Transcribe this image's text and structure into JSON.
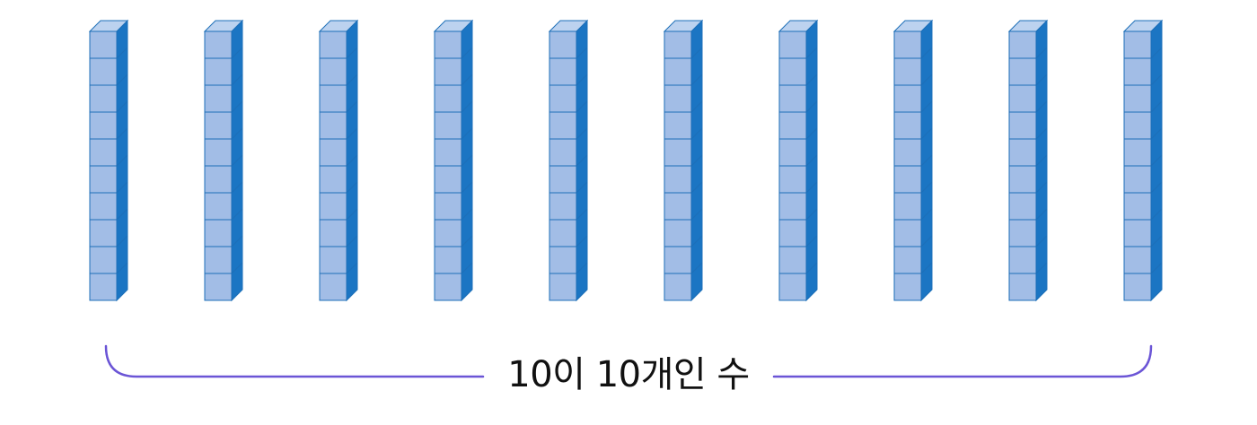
{
  "diagram": {
    "rod_count": 10,
    "cubes_per_rod": 10,
    "caption": "10이 10개인 수",
    "colors": {
      "cube_front": "#a2bde6",
      "cube_side": "#1b75c3",
      "cube_top": "#bcd2ef",
      "cube_outline": "#1d6fb8",
      "brace": "#6b55d6"
    }
  }
}
